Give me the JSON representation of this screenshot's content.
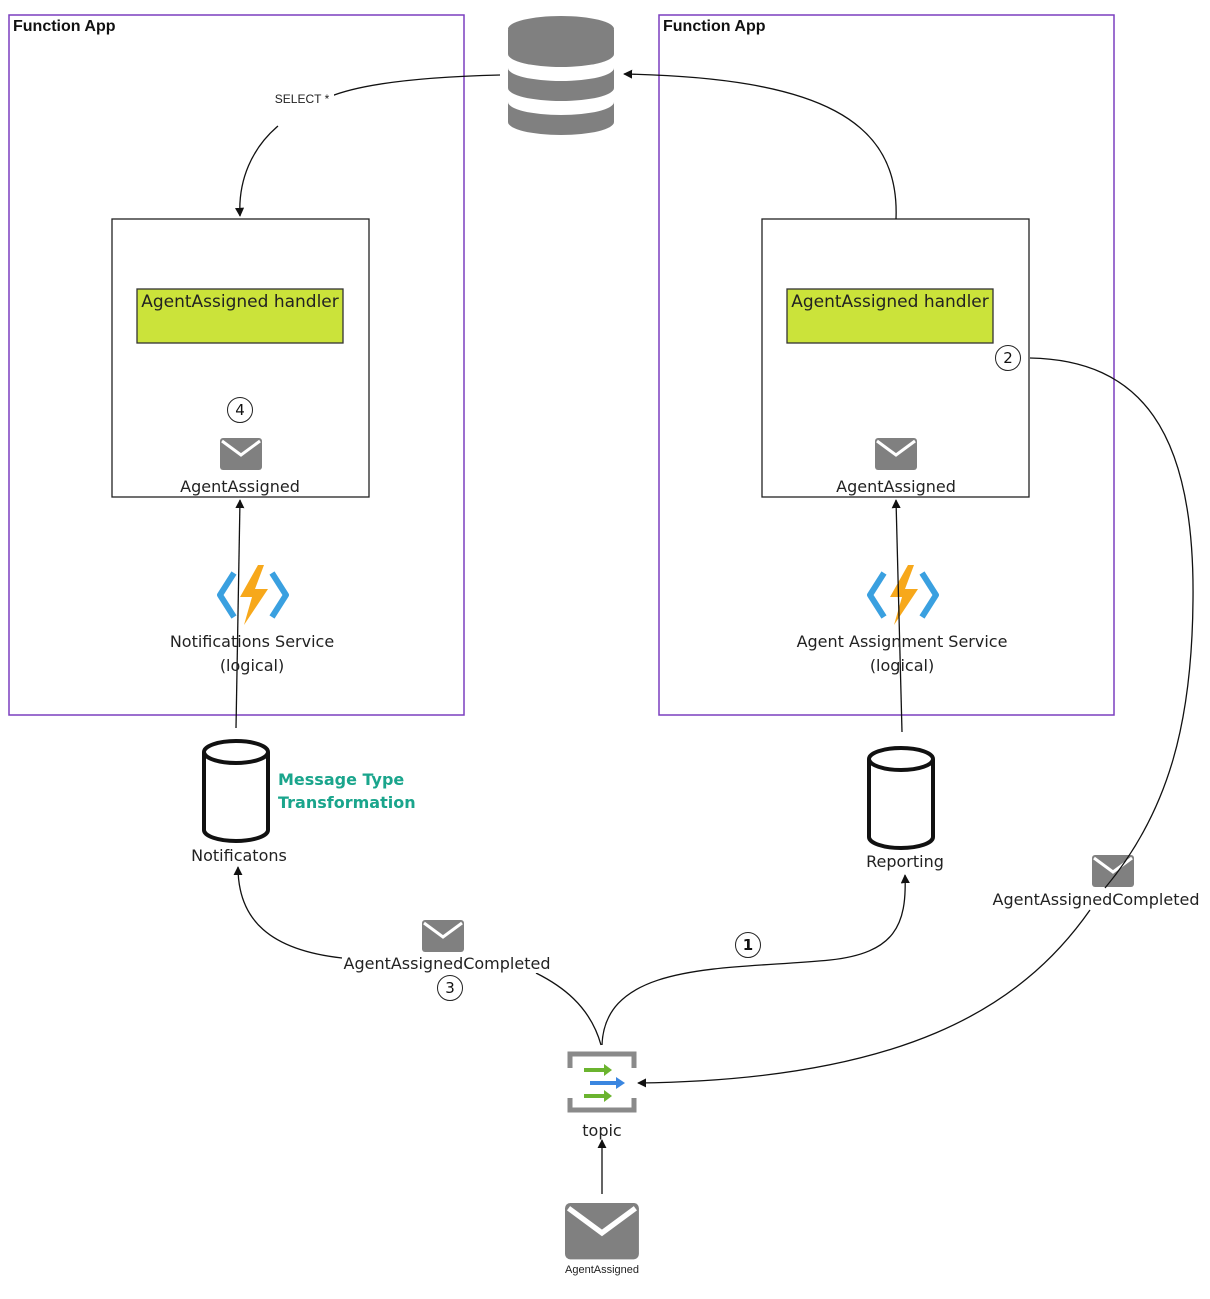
{
  "left_app": {
    "title": "Function App",
    "handler_label": "AgentAssigned handler",
    "message_label": "AgentAssigned",
    "service_name": "Notifications Service",
    "service_note": "(logical)",
    "step": "4"
  },
  "right_app": {
    "title": "Function App",
    "handler_label": "AgentAssigned handler",
    "message_label": "AgentAssigned",
    "service_name": "Agent Assignment Service",
    "service_note": "(logical)",
    "step": "2"
  },
  "database": {
    "query_label": "SELECT *"
  },
  "queues": {
    "notifications": "Notificatons",
    "reporting": "Reporting"
  },
  "annotation": {
    "line1": "Message Type",
    "line2": "Transformation"
  },
  "messages": {
    "completed_left": "AgentAssignedCompleted",
    "completed_right": "AgentAssignedCompleted",
    "source": "AgentAssigned"
  },
  "topic": {
    "label": "topic"
  },
  "steps": {
    "one": "1",
    "three": "3"
  },
  "colors": {
    "app_border": "#7b3fbf",
    "handler_fill": "#cbe33a",
    "icon_gray": "#808080",
    "annotation": "#1aa58c",
    "function_bolt": "#f7a81b",
    "function_brackets": "#3aa0e0"
  }
}
